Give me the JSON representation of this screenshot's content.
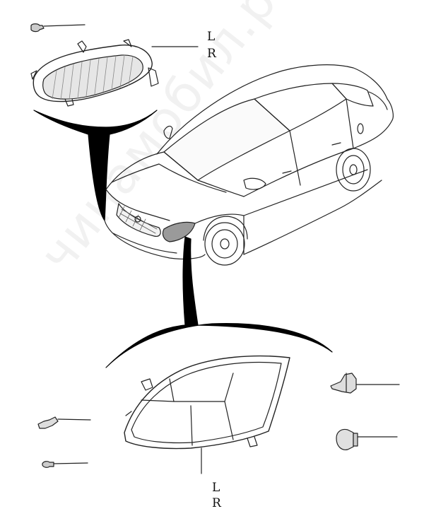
{
  "callouts": {
    "fog_lamp_side": {
      "left": "L",
      "right": "R"
    },
    "headlamp_side": {
      "left": "L",
      "right": "R"
    }
  },
  "watermark": "чинамобил.рф"
}
